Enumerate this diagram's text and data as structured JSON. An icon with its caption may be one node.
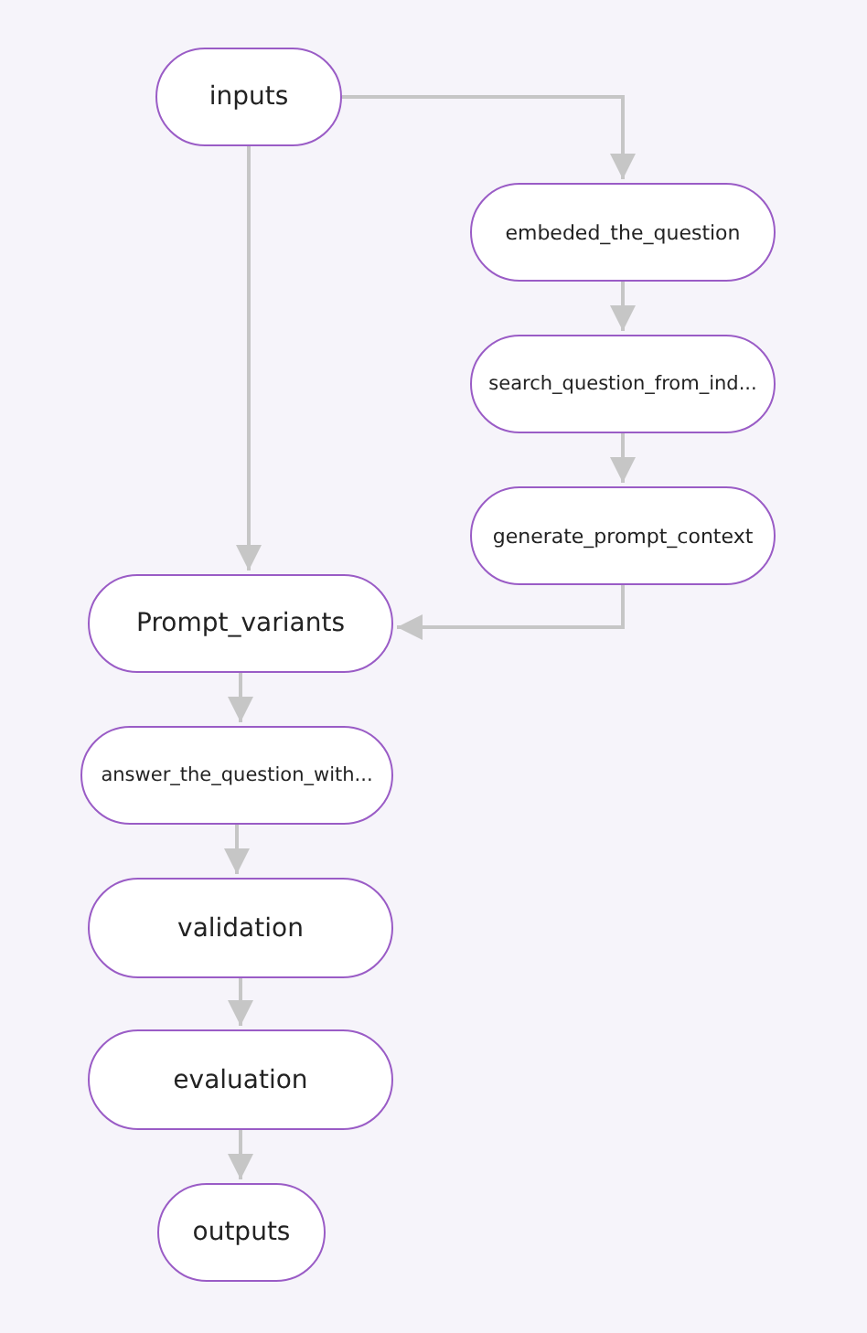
{
  "diagram": {
    "nodes": [
      {
        "text": [
          "inputs"
        ]
      },
      {
        "text": [
          "embeded_the_question"
        ]
      },
      {
        "text": [
          "search_question_from_ind..."
        ]
      },
      {
        "text": [
          "generate_prompt_context"
        ]
      },
      {
        "text": [
          "Prompt_variants"
        ]
      },
      {
        "text": [
          "answer_the_question_with..."
        ]
      },
      {
        "text": [
          "validation"
        ]
      },
      {
        "text": [
          "evaluation"
        ]
      },
      {
        "text": [
          "outputs"
        ]
      }
    ],
    "edges": [
      {
        "from": 0,
        "to": 1,
        "arrow": "to"
      },
      {
        "from": 0,
        "to": 4,
        "arrow": "to"
      },
      {
        "from": 1,
        "to": 2,
        "arrow": "to"
      },
      {
        "from": 2,
        "to": 3,
        "arrow": "to"
      },
      {
        "from": 3,
        "to": 4,
        "arrow": "to"
      },
      {
        "from": 4,
        "to": 5,
        "arrow": "to"
      },
      {
        "from": 5,
        "to": 6,
        "arrow": "to"
      },
      {
        "from": 6,
        "to": 7,
        "arrow": "to"
      },
      {
        "from": 7,
        "to": 8,
        "arrow": "to"
      }
    ]
  }
}
